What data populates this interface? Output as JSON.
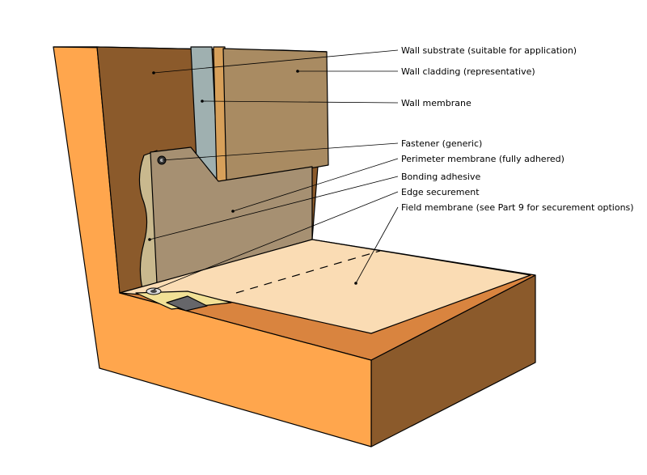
{
  "diagram": {
    "labels": [
      "Wall substrate (suitable for application)",
      "Wall cladding (representative)",
      "Wall membrane",
      "Fastener (generic)",
      "Perimeter membrane (fully adhered)",
      "Bonding adhesive",
      "Edge securement",
      "Field membrane (see Part 9 for securement options)"
    ]
  },
  "colors": {
    "concrete_front": "#FFA64D",
    "concrete_dark": "#8B5A2B",
    "concrete_top": "#D9843F",
    "wall_substrate": "#8B5A2B",
    "wall_membrane": "#9FB0B0",
    "cladding_face": "#A98B62",
    "cladding_edge": "#D7A05A",
    "perimeter_membrane": "#A69072",
    "bonding_adhesive": "#C9B98E",
    "field_membrane": "#FADCB4",
    "edge_strip": "#F2E196",
    "edge_dark": "#66666A"
  }
}
